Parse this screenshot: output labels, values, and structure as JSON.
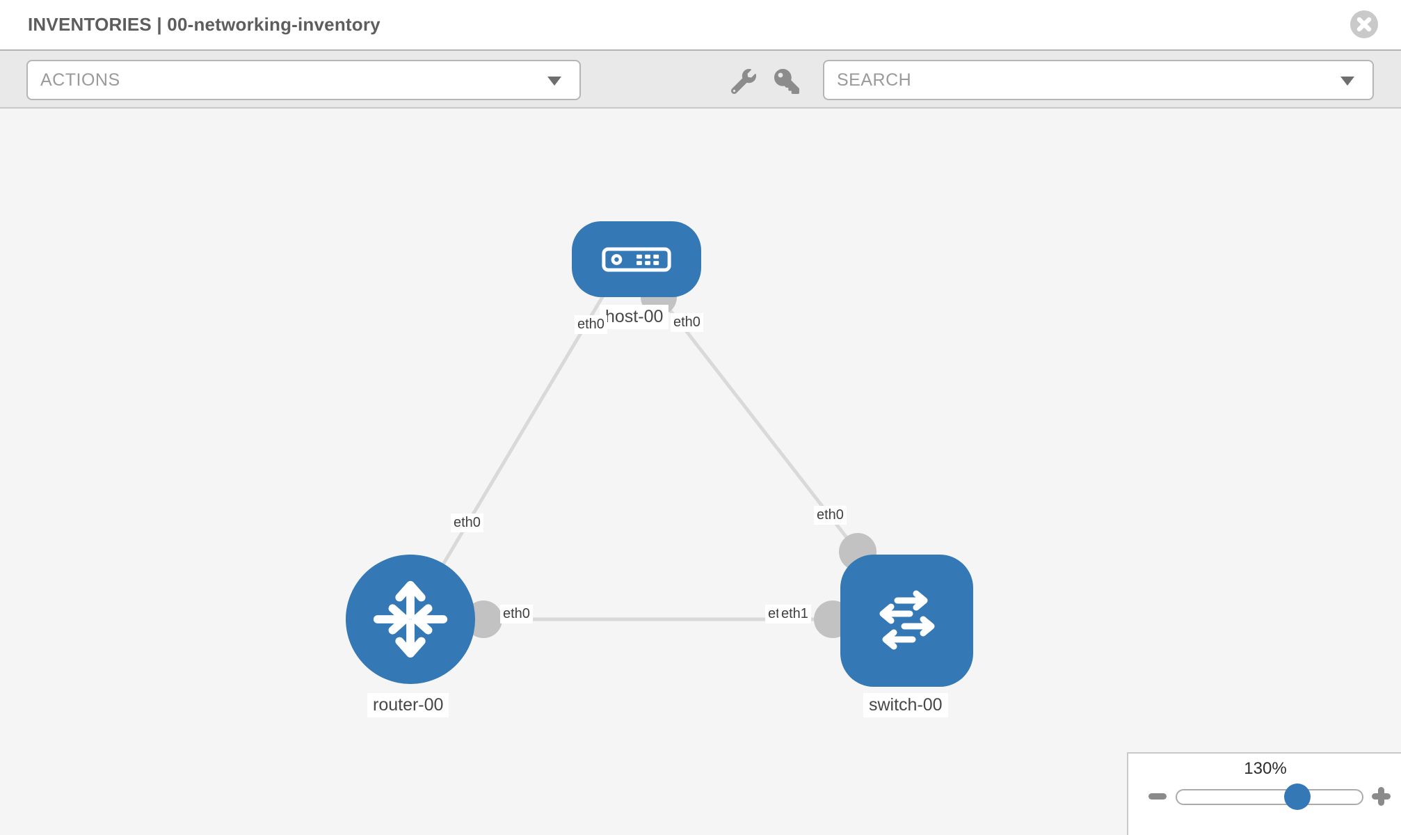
{
  "header": {
    "title": "INVENTORIES | 00-networking-inventory"
  },
  "toolbar": {
    "actions_dropdown": {
      "placeholder": "ACTIONS"
    },
    "search_dropdown": {
      "placeholder": "SEARCH"
    },
    "icons": [
      "wrench-icon",
      "key-icon"
    ]
  },
  "topology": {
    "nodes": [
      {
        "id": "host-00",
        "type": "host",
        "label": "host-00"
      },
      {
        "id": "router-00",
        "type": "router",
        "label": "router-00"
      },
      {
        "id": "switch-00",
        "type": "switch",
        "label": "switch-00"
      }
    ],
    "links": [
      {
        "from": "host-00",
        "to": "router-00",
        "from_interface": "eth0",
        "to_interface": "eth0"
      },
      {
        "from": "host-00",
        "to": "switch-00",
        "from_interface": "eth0",
        "to_interface": "eth0"
      },
      {
        "from": "router-00",
        "to": "switch-00",
        "from_interface": "eth0",
        "to_interface": "eth1"
      }
    ],
    "interface_labels": [
      {
        "text": "eth0"
      },
      {
        "text": "eth0"
      },
      {
        "text": "eth0"
      },
      {
        "text": "eth0"
      },
      {
        "text": "eth0"
      },
      {
        "text": "eth0"
      },
      {
        "text": "eth1"
      }
    ]
  },
  "zoom_control": {
    "level": "130%"
  },
  "colors": {
    "node_blue": "#3478b5",
    "link_gray": "#d9d9d9",
    "connector_gray": "#c2c2c2",
    "canvas_bg": "#f5f5f5",
    "toolbar_bg": "#e9e9e9",
    "title_text": "#5d5d5d"
  }
}
